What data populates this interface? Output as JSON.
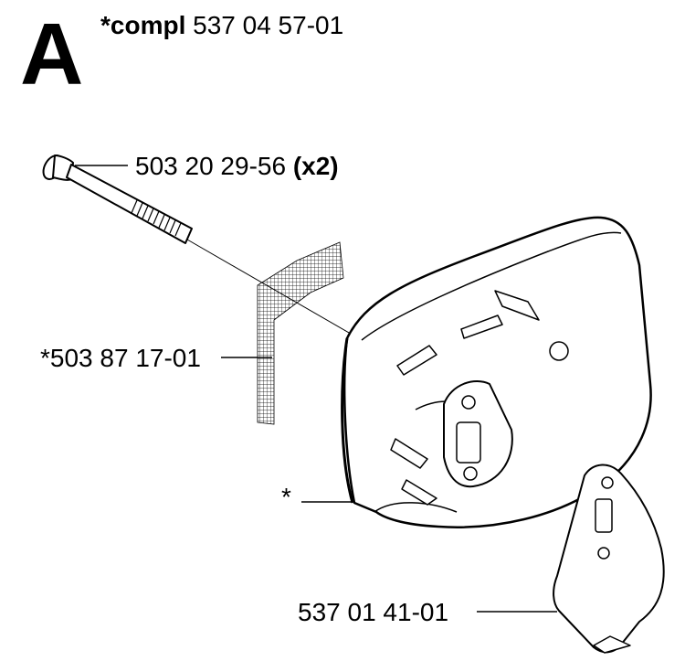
{
  "header": {
    "section_letter": "A",
    "assembly_prefix": "*compl",
    "assembly_number": "537 04 57-01"
  },
  "callouts": {
    "bolt": {
      "part_number": "503 20 29-56",
      "quantity": "(x2)"
    },
    "screen": {
      "part_number": "*503 87 17-01"
    },
    "muffler": {
      "part_number": "*"
    },
    "gasket": {
      "part_number": "537 01 41-01"
    }
  },
  "colors": {
    "ink": "#000000",
    "paper": "#ffffff"
  }
}
